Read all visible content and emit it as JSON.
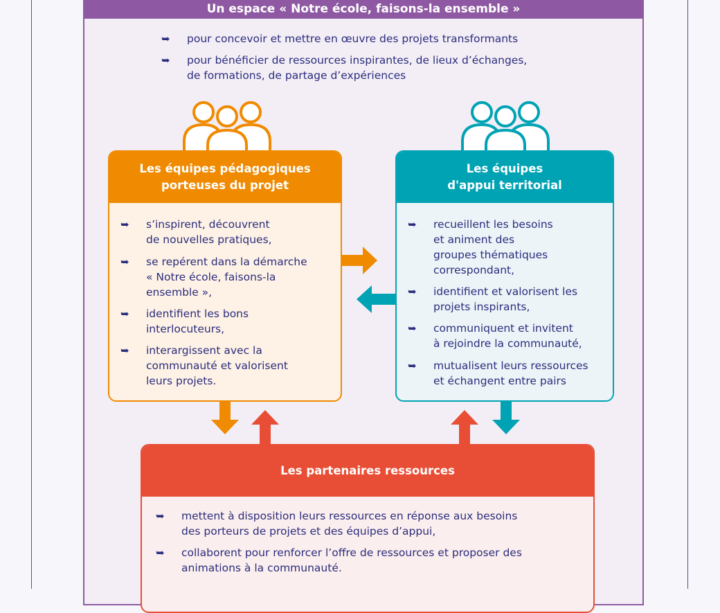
{
  "header": {
    "title": "Un espace « Notre école, faisons-la ensemble »"
  },
  "intro": [
    "pour concevoir et mettre en œuvre des projets transformants",
    "pour bénéficier de ressources inspirantes, de lieux d’échanges,\nde formations, de partage d’expériences"
  ],
  "equipes_peda": {
    "title": "Les équipes pédagogiques\nporteuses du projet",
    "items": [
      "s’inspirent, découvrent\nde nouvelles pratiques,",
      "se repérent dans la démarche\n« Notre école, faisons-la\nensemble »,",
      "identifient les bons\ninterlocuteurs,",
      "interargissent avec la\ncommunauté et valorisent\nleurs projets."
    ]
  },
  "equipes_appui": {
    "title": "Les équipes\nd'appui territorial",
    "items": [
      "recueillent les besoins\net animent des\ngroupes thématiques\ncorrespondant,",
      "identifient et valorisent les\nprojets inspirants,",
      "communiquent et invitent\nà rejoindre la communauté,",
      "mutualisent leurs ressources\net échangent entre pairs"
    ]
  },
  "partenaires": {
    "title": "Les partenaires ressources",
    "items": [
      "mettent à disposition leurs ressources en réponse aux besoins\ndes porteurs de projets et des équipes d’appui,",
      "collaborent pour renforcer l’offre de ressources et proposer des\nanimations à la communauté."
    ]
  },
  "colors": {
    "purple": "#8e59a2",
    "orange": "#f08a00",
    "teal": "#00a3b4",
    "red": "#e84e36",
    "text": "#2b2d7c"
  },
  "bullet_icon": "arrow-curved-right-icon"
}
